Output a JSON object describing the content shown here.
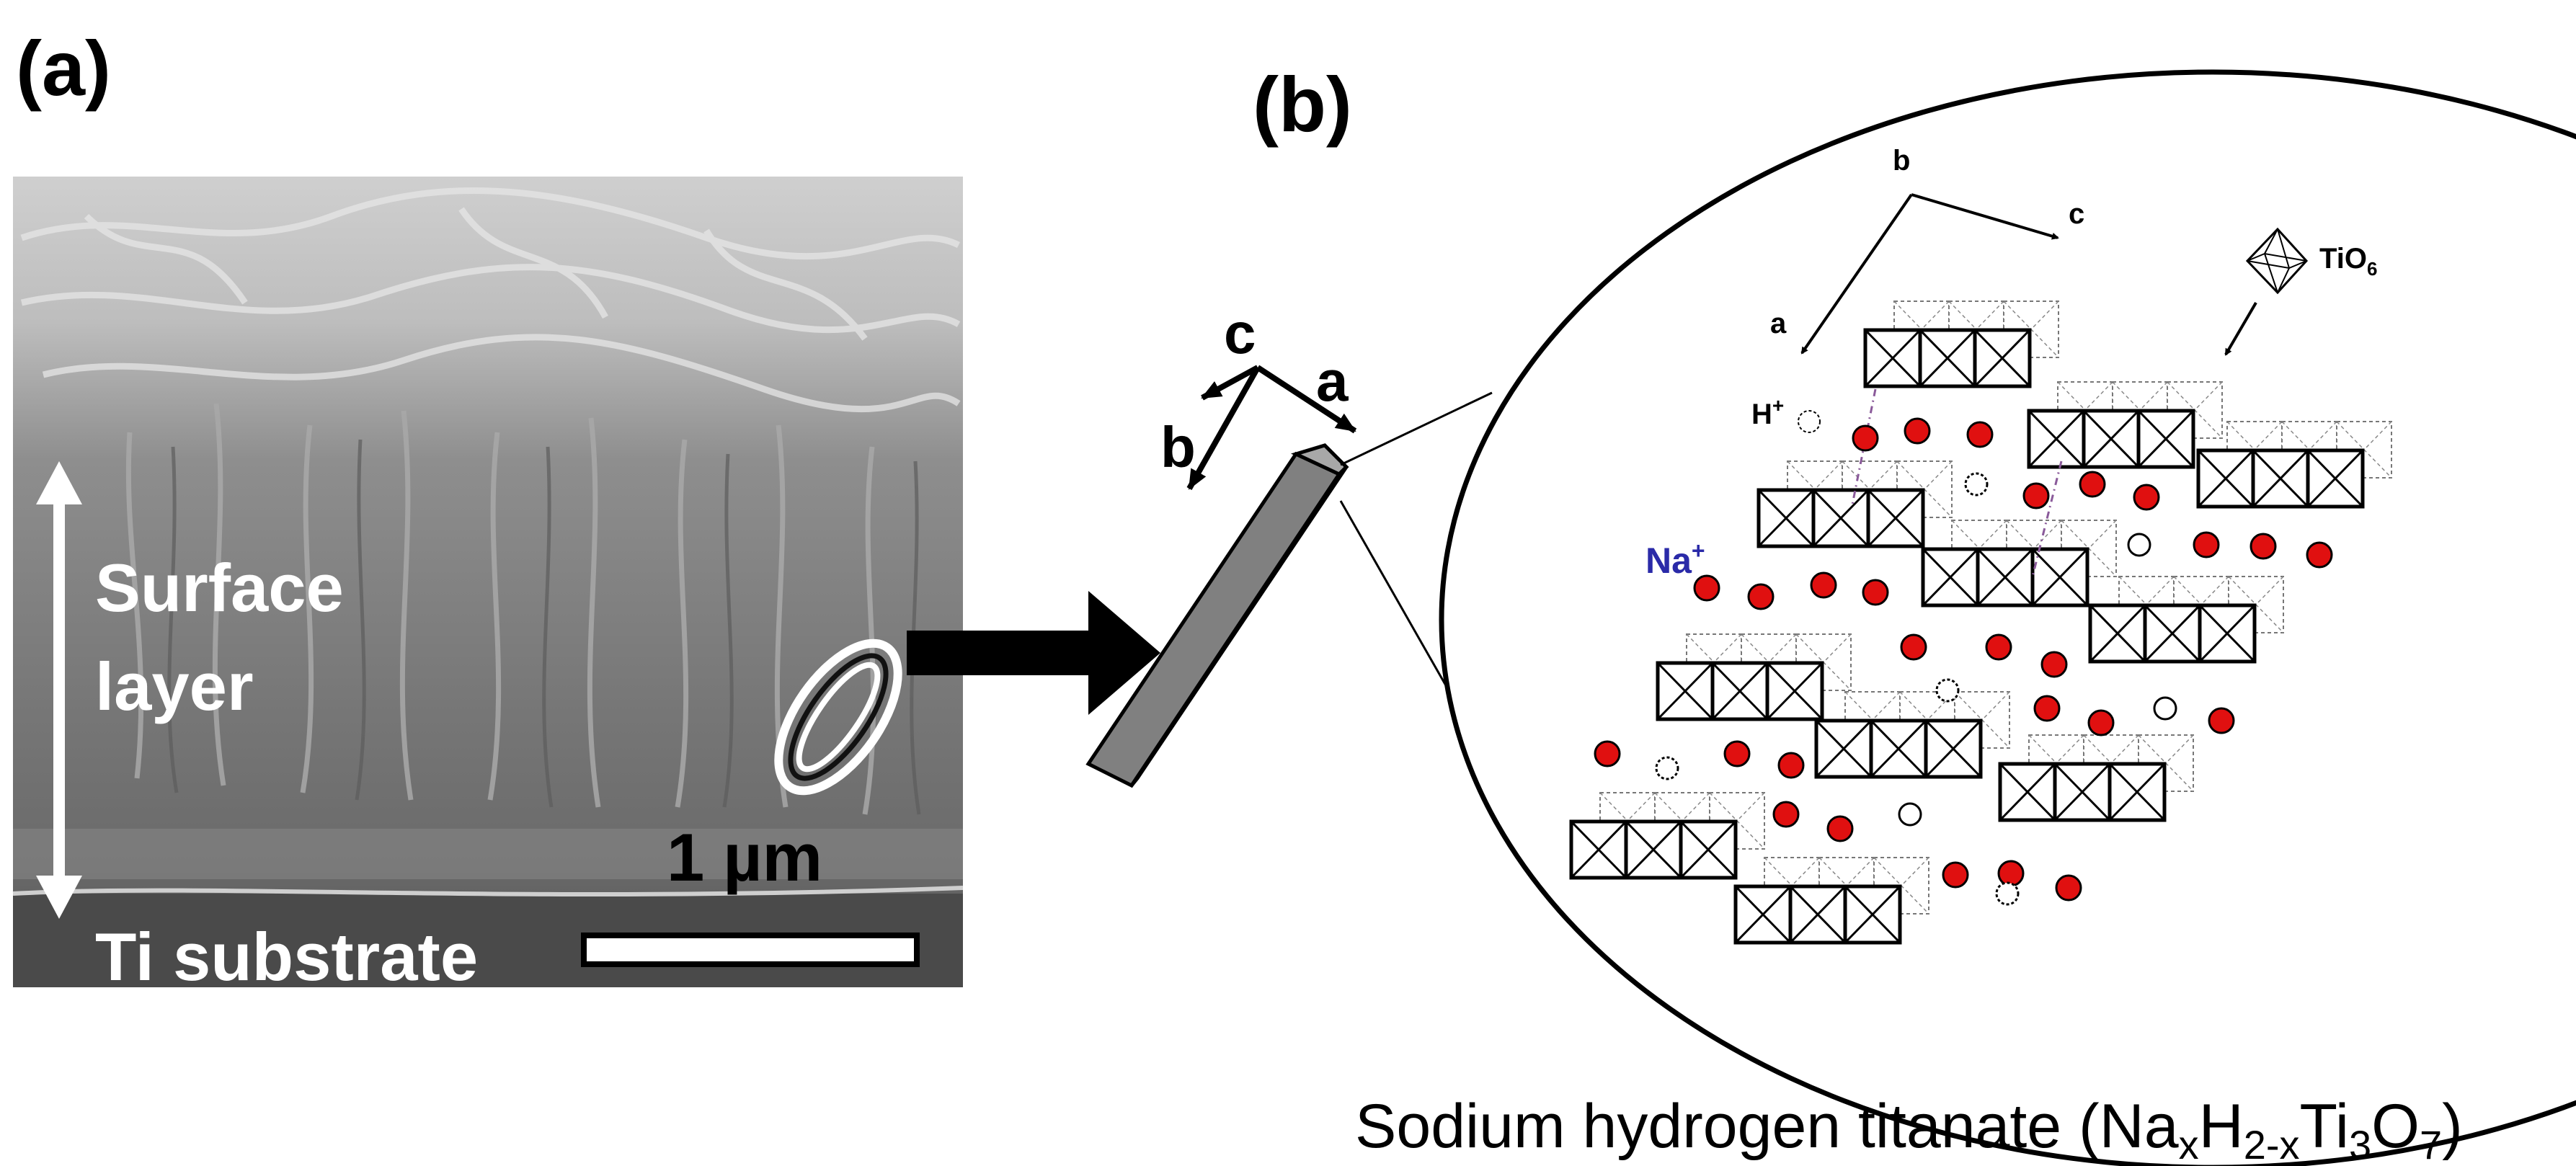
{
  "panel_a": {
    "label": "(a)",
    "surface_label_line1": "Surface",
    "surface_label_line2": "layer",
    "scale_bar_label": "1 µm",
    "substrate_label": "Ti substrate"
  },
  "panel_b": {
    "label": "(b)",
    "rod_axes": {
      "c": "c",
      "a": "a",
      "b": "b"
    },
    "lattice_axes": {
      "b": "b",
      "c": "c",
      "a": "a"
    },
    "octahedron_label": "TiO",
    "octahedron_sub": "6",
    "h_ion_label": "H",
    "h_ion_sup": "+",
    "na_ion_label": "Na",
    "na_ion_sup": "+",
    "caption": {
      "prefix": "Sodium hydrogen titanate (",
      "na": "Na",
      "na_sub": "x",
      "h": "H",
      "h_sub": "2-x",
      "ti": "Ti",
      "ti_sub": "3",
      "o": "O",
      "o_sub": "7",
      "suffix": ")"
    }
  },
  "colors": {
    "na_ion": "#e01010",
    "na_label": "#2a2aa8",
    "sem_bg": "#6e6e6e",
    "rod": "#7f7f7f",
    "text": "#000000"
  },
  "icons": [
    "tio6-octahedron-icon",
    "arrow-right-icon",
    "nanorod-icon"
  ]
}
